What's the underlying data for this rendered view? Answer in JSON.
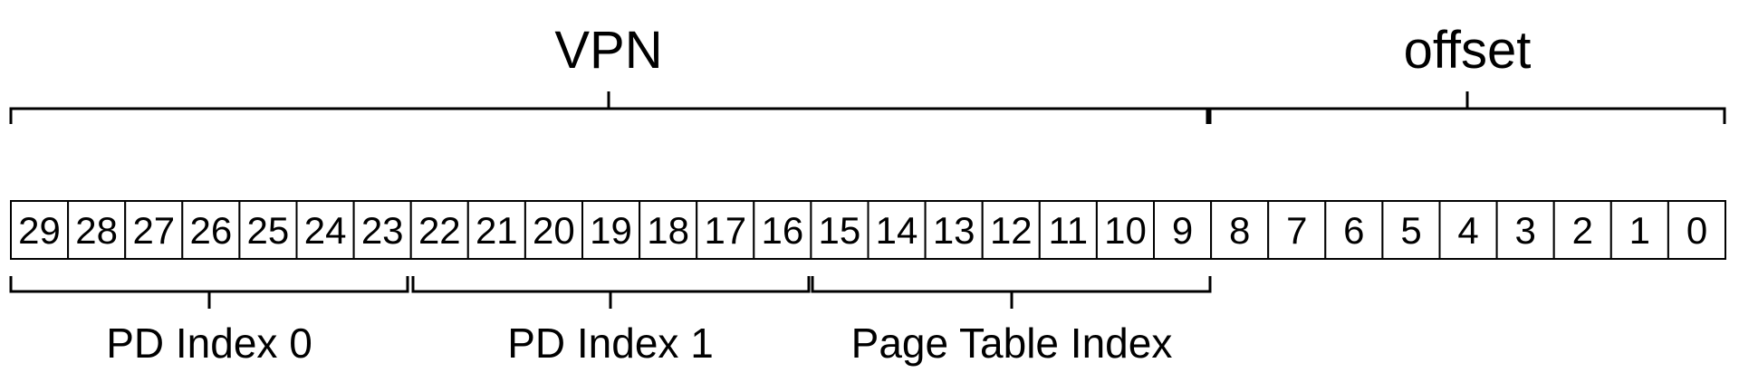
{
  "bits": [
    "29",
    "28",
    "27",
    "26",
    "25",
    "24",
    "23",
    "22",
    "21",
    "20",
    "19",
    "18",
    "17",
    "16",
    "15",
    "14",
    "13",
    "12",
    "11",
    "10",
    "9",
    "8",
    "7",
    "6",
    "5",
    "4",
    "3",
    "2",
    "1",
    "0"
  ],
  "top_fields": [
    {
      "label": "VPN",
      "from_cell": 0,
      "to_cell": 20
    },
    {
      "label": "offset",
      "from_cell": 21,
      "to_cell": 29
    }
  ],
  "bottom_fields": [
    {
      "label": "PD Index 0",
      "from_cell": 0,
      "to_cell": 6
    },
    {
      "label": "PD Index 1",
      "from_cell": 7,
      "to_cell": 13
    },
    {
      "label": "Page Table Index",
      "from_cell": 14,
      "to_cell": 20
    }
  ]
}
